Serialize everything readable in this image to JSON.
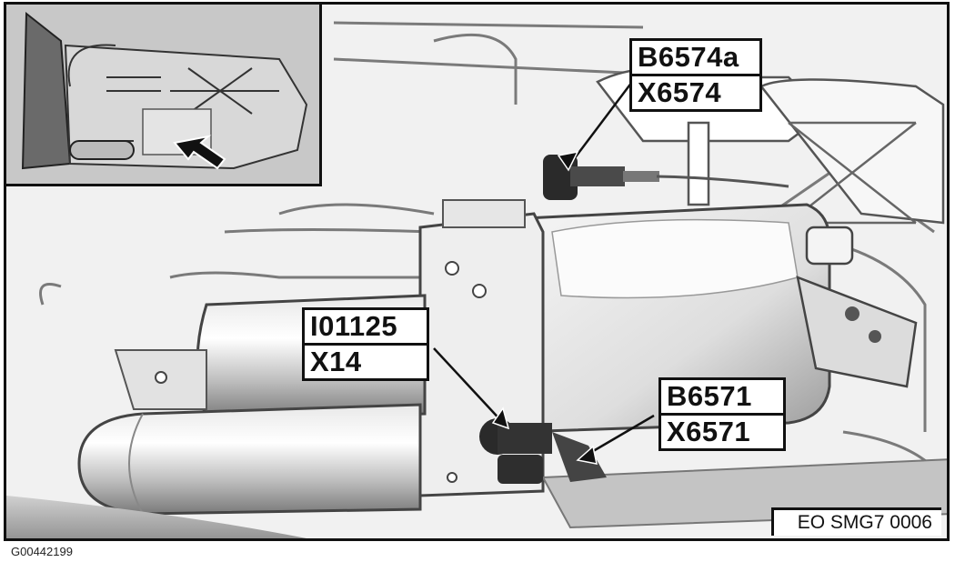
{
  "figure": {
    "id": "G00442199",
    "reference": "EO SMG7 0006",
    "subject": "SMG transmission hydraulic unit with sensor and connector locations"
  },
  "inset": {
    "description": "Overview of transmission with arrow indicating component location",
    "arrow": "locator-arrow"
  },
  "callouts": [
    {
      "component": "B6574a",
      "connector": "X6574"
    },
    {
      "component": "I01125",
      "connector": "X14"
    },
    {
      "component": "B6571",
      "connector": "X6571"
    }
  ],
  "colors": {
    "line": "#111111",
    "background": "#f4f4f4",
    "inset_background": "#c8c8c8",
    "part_mid": "#9a9a9a",
    "part_dark": "#2a2a2a"
  }
}
